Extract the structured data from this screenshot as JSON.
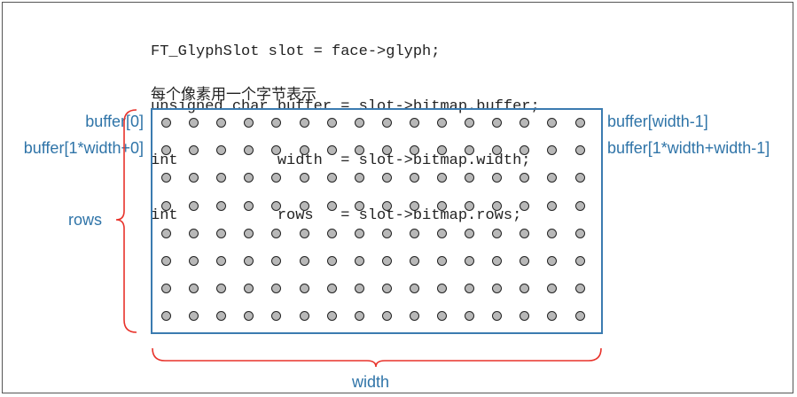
{
  "code_lines": [
    "FT_GlyphSlot slot = face->glyph;",
    "unsigned char buffer = slot->bitmap.buffer;",
    "int           width  = slot->bitmap.width;",
    "int           rows   = slot->bitmap.rows;"
  ],
  "caption": "每个像素用一个字节表示",
  "labels": {
    "buffer_0": "buffer[0]",
    "buffer_row1_start": "buffer[1*width+0]",
    "buffer_row0_end": "buffer[width-1]",
    "buffer_row1_end": "buffer[1*width+width-1]",
    "rows": "rows",
    "width": "width"
  },
  "grid": {
    "columns": 16,
    "rows": 8
  },
  "colors": {
    "label": "#2f74a8",
    "grid_border": "#3b7bb0",
    "brace": "#e8322a",
    "dot_fill": "#b8b8b8"
  }
}
